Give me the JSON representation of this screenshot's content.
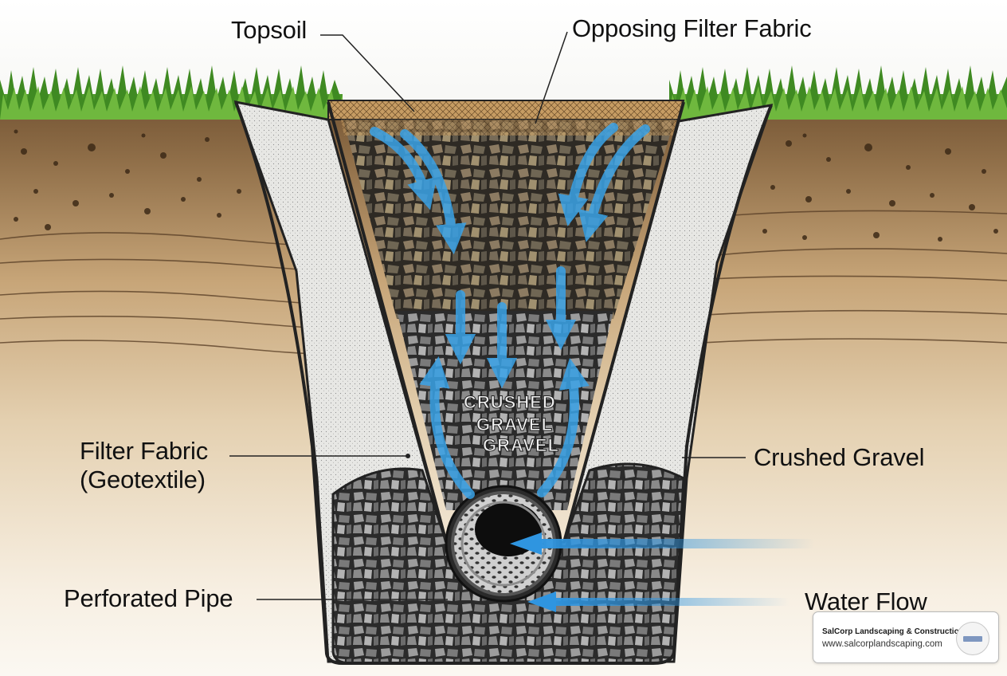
{
  "labels": {
    "topsoil": "Topsoil",
    "opposing_filter_fabric": "Opposing Filter Fabric",
    "filter_fabric_line1": "Filter Fabric",
    "filter_fabric_line2": "(Geotextile)",
    "crushed_gravel": "Crushed Gravel",
    "perforated_pipe": "Perforated Pipe",
    "water_flow": "Water Flow"
  },
  "trench_text": [
    "CRUSHED",
    "GRAVEL",
    "GRAVEL"
  ],
  "watermark": {
    "company": "SalCorp Landscaping & Construction",
    "url": "www.salcorplandscaping.com"
  },
  "colors": {
    "grass": "#4f9a2c",
    "soil_top": "#8a6a45",
    "soil_bottom": "#f7f1e6",
    "fabric": "#e9e9e6",
    "gravel": "#7c7c7c",
    "water_arrow": "#3aa3e8",
    "topsoil_layer": "#c49a62"
  }
}
